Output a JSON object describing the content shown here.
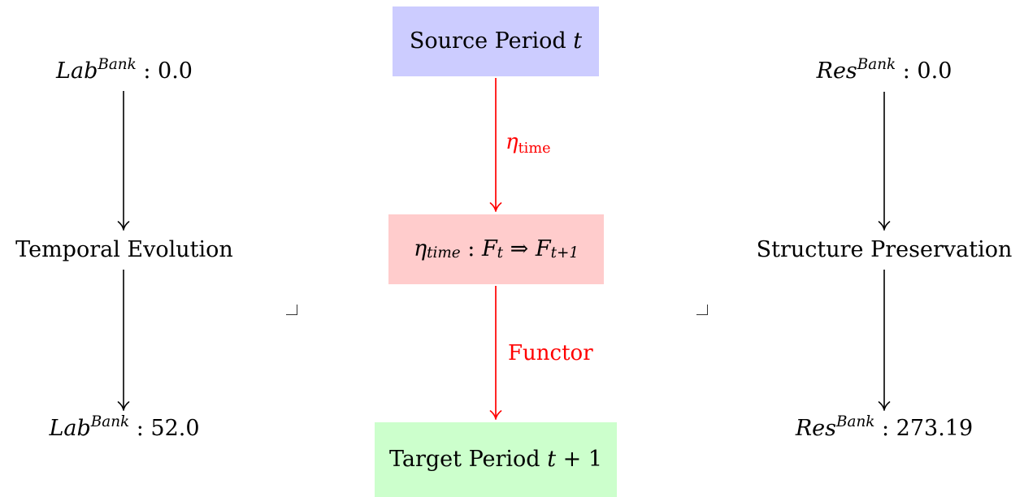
{
  "center": {
    "source_box": {
      "prefix": "Source Period ",
      "var": "t"
    },
    "nat_transform_box": {
      "eta": "η",
      "eta_sub": "time",
      "colon": " : ",
      "functor1": "F",
      "functor1_sub": "t",
      "implies_arrow": " ⇒ ",
      "functor2": "F",
      "functor2_sub": "t+1"
    },
    "target_box": {
      "prefix": "Target Period ",
      "var": "t",
      "suffix": " + 1"
    },
    "eta_arrow_label": {
      "eta": "η",
      "sub": "time"
    },
    "functor_arrow_label": "Functor"
  },
  "left": {
    "top_value": {
      "base": "Lab",
      "sup": "Bank",
      "value": " : 0.0"
    },
    "process_label": "Temporal Evolution",
    "bottom_value": {
      "base": "Lab",
      "sup": "Bank",
      "value": " : 52.0"
    }
  },
  "right": {
    "top_value": {
      "base": "Res",
      "sup": "Bank",
      "value": " : 0.0"
    },
    "process_label": "Structure Preservation",
    "bottom_value": {
      "base": "Res",
      "sup": "Bank",
      "value": " : 273.19"
    }
  },
  "icons": {
    "pullback_corner_glyph": "⌟"
  },
  "colors": {
    "source_box_bg": "#ccccff",
    "nat_box_bg": "#ffcccc",
    "target_box_bg": "#ccffcc",
    "arrow_red": "#ff0000",
    "arrow_black": "#000000",
    "canvas_bg": "#ffffff"
  }
}
